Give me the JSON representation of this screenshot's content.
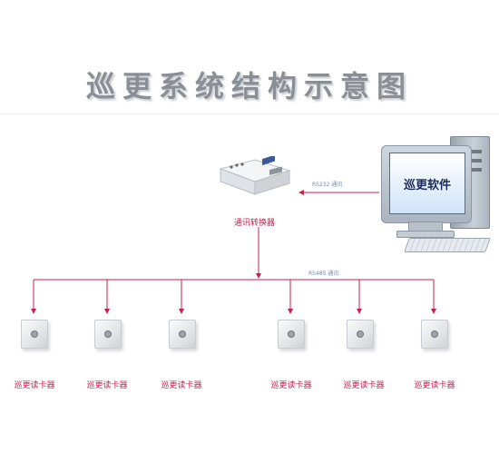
{
  "title": "巡更系统结构示意图",
  "converter_label": "通讯转换器",
  "software_label": "巡更软件",
  "link_top_label": "RS232 通讯",
  "bus_label": "RS485 通讯",
  "readers": [
    {
      "label": "巡更读卡器"
    },
    {
      "label": "巡更读卡器"
    },
    {
      "label": "巡更读卡器"
    },
    {
      "label": "巡更读卡器"
    },
    {
      "label": "巡更读卡器"
    },
    {
      "label": "巡更读卡器"
    }
  ],
  "colors": {
    "wire": "#c4214f",
    "label": "#c4214f"
  }
}
